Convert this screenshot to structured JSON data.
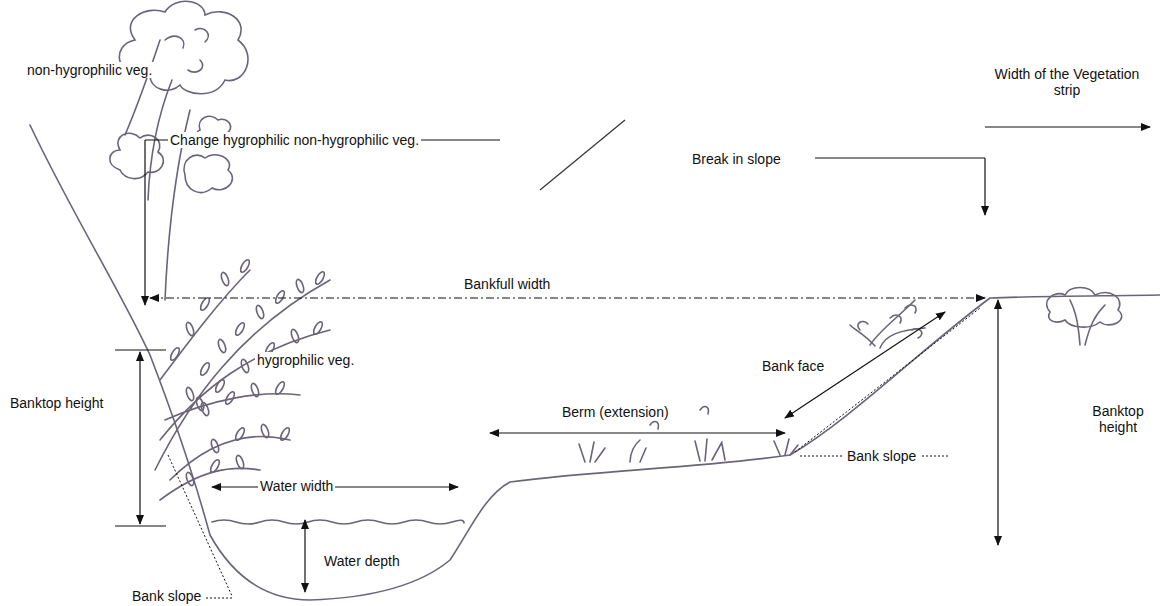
{
  "diagram": {
    "labels": [
      "non-hygrophilic veg.",
      "Width of the Vegetation strip",
      "Change hygrophilic non-hygrophilic veg.",
      "Break in slope",
      "Bankfull width",
      "hygrophilic veg.",
      "Bank face",
      "Banktop height",
      "Berm (extension)",
      "Banktop height",
      "Bank slope",
      "Water width",
      "Water depth",
      "Bank slope"
    ]
  }
}
